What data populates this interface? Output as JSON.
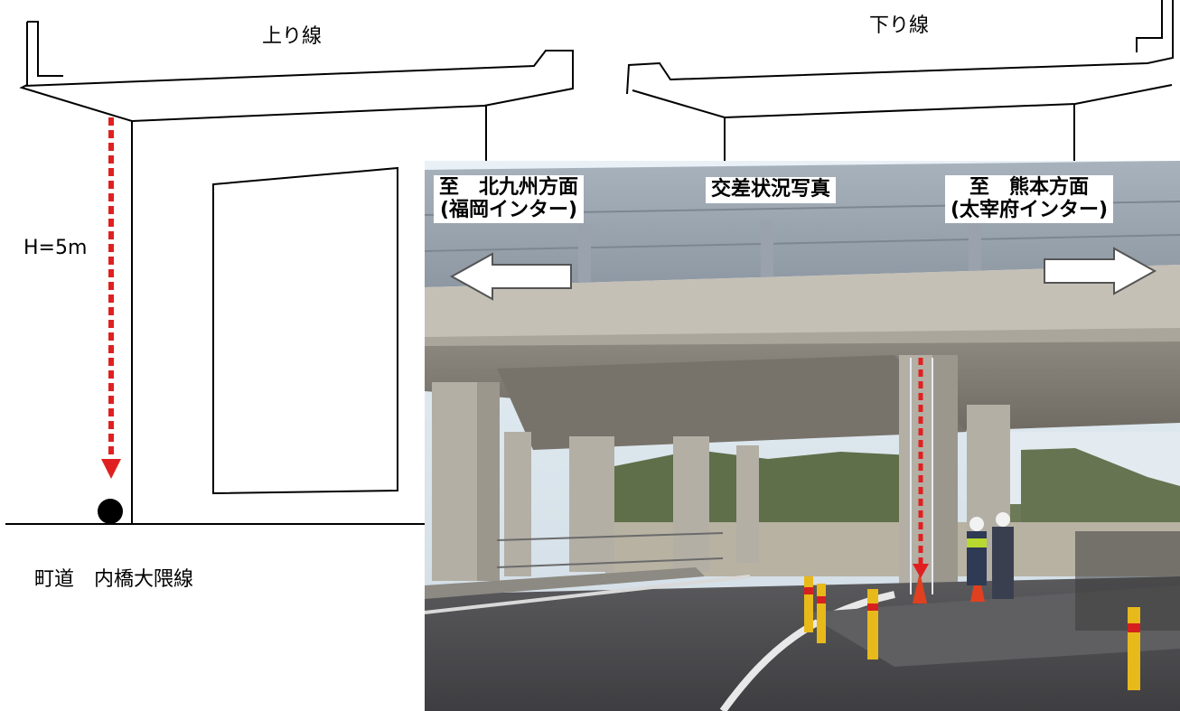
{
  "labels": {
    "up_line": "上り線",
    "down_line": "下り線",
    "height": "H=5m",
    "road_name": "町道　内橋大隈線"
  },
  "photo": {
    "caption": "交差状況写真",
    "left_dest_line1": "至　北九州方面",
    "left_dest_line2": "(福岡インター)",
    "right_dest_line1": "至　熊本方面",
    "right_dest_line2": "(太宰府インター)"
  },
  "colors": {
    "measure_line": "#e02020",
    "outline": "#000000",
    "sky": "#dfe8f0",
    "concrete": "#b9b5ab",
    "road": "#4a4a4c"
  }
}
